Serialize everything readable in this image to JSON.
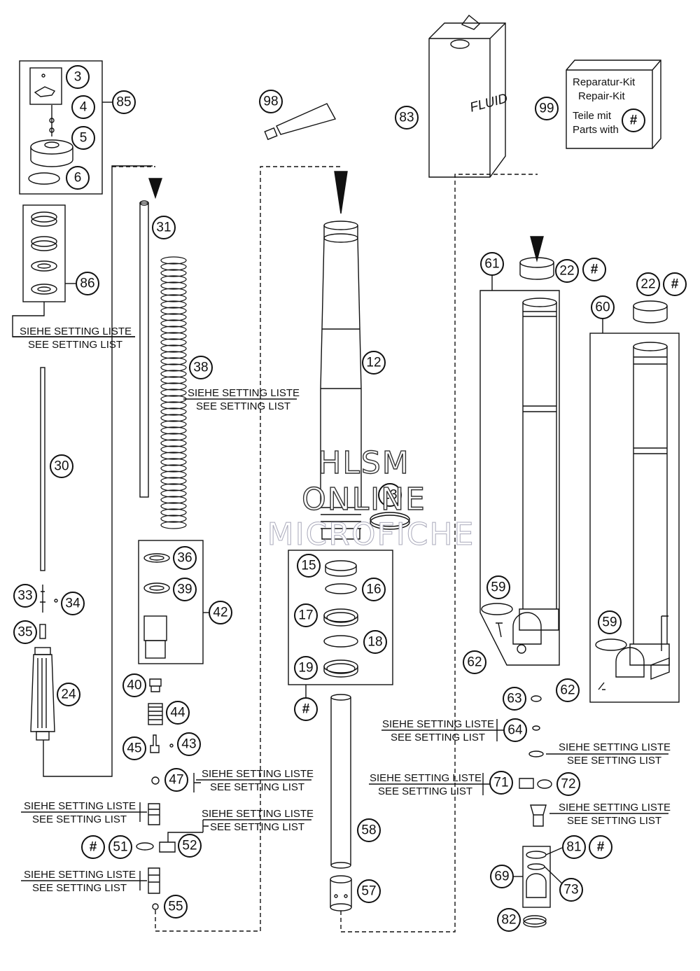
{
  "parts": {
    "p3": "3",
    "p4": "4",
    "p5": "5",
    "p6": "6",
    "p85": "85",
    "p86": "86",
    "p30": "30",
    "p33": "33",
    "p34": "34",
    "p35": "35",
    "p24": "24",
    "p31": "31",
    "p38": "38",
    "p36": "36",
    "p39": "39",
    "p42": "42",
    "p40": "40",
    "p44": "44",
    "p45": "45",
    "p43": "43",
    "p47": "47",
    "p51": "51",
    "p52": "52",
    "p55": "55",
    "p98": "98",
    "p12": "12",
    "p13": "13",
    "p15": "15",
    "p16": "16",
    "p17": "17",
    "p18": "18",
    "p19": "19",
    "p58": "58",
    "p57": "57",
    "p83": "83",
    "p99": "99",
    "p61": "61",
    "p22a": "22",
    "p22b": "22",
    "p60": "60",
    "p59a": "59",
    "p59b": "59",
    "p62a": "62",
    "p62b": "62",
    "p63": "63",
    "p64": "64",
    "p71": "71",
    "p72": "72",
    "p69": "69",
    "p73": "73",
    "p81": "81",
    "p82": "82"
  },
  "hash": "#",
  "setting": {
    "de": "SIEHE SETTING LISTE",
    "en": "SEE SETTING LIST"
  },
  "kit": {
    "line1": "Reparatur-Kit",
    "line2": "Repair-Kit",
    "line3": "Teile mit",
    "line4": "Parts with"
  },
  "can_label": "FLUID",
  "watermark": {
    "line1": "HLSM",
    "line2": "ONLINE",
    "line3": "MICROFICHE"
  }
}
